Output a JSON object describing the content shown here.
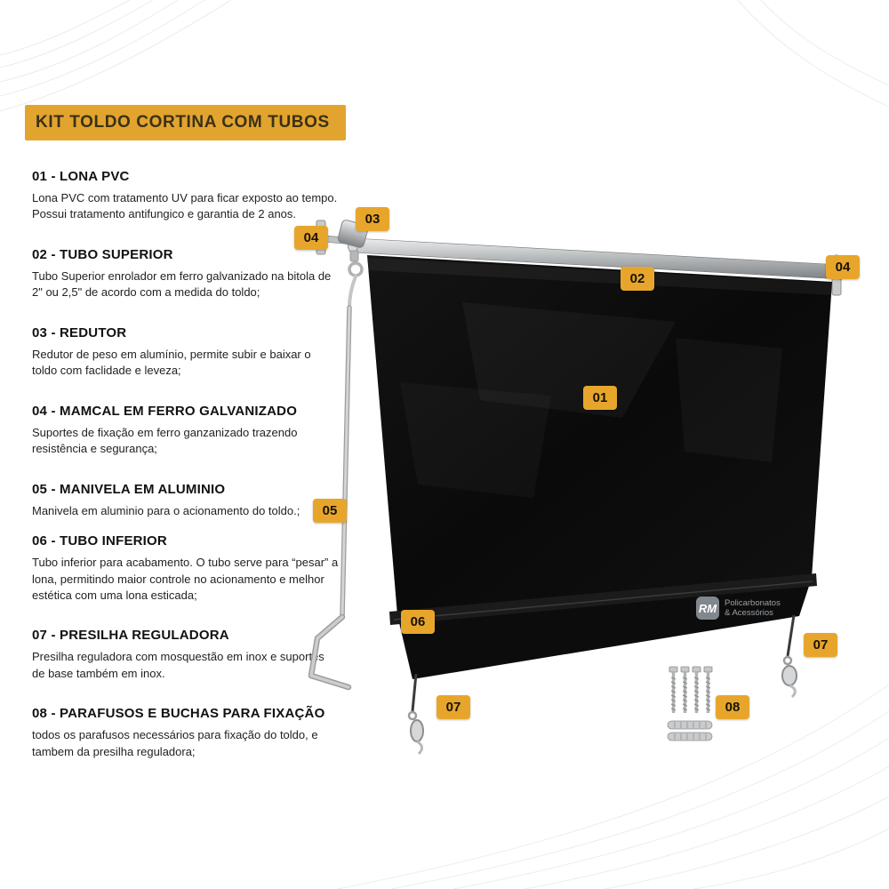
{
  "colors": {
    "accent_banner": "#E2A42F",
    "accent_badge": "#E7A62B",
    "canvas_black": "#0b0b0b"
  },
  "title": {
    "text": "KIT TOLDO CORTINA COM TUBOS"
  },
  "parts": [
    {
      "heading": "01 - LONA PVC",
      "body": "Lona PVC com tratamento UV para ficar exposto ao tempo. Possui tratamento antifungico e garantia de 2 anos."
    },
    {
      "heading": "02 - TUBO SUPERIOR",
      "body": "Tubo Superior enrolador em ferro galvanizado na bitola de 2\" ou 2,5\" de acordo com a medida do toldo;"
    },
    {
      "heading": "03 - REDUTOR",
      "body": "Redutor de peso em alumínio, permite subir e baixar o toldo com faclidade e leveza;"
    },
    {
      "heading": "04 - MAMCAL  EM FERRO GALVANIZADO",
      "body": "Suportes de fixação em ferro ganzanizado trazendo resistência e segurança;"
    },
    {
      "heading": "05 - MANIVELA EM ALUMINIO",
      "body": "Manivela em aluminio para o acionamento do toldo.;"
    },
    {
      "heading": "06 - TUBO INFERIOR",
      "body": "Tubo inferior para acabamento. O tubo serve para “pesar” a lona, permitindo maior controle no acionamento e melhor estética com uma lona esticada;"
    },
    {
      "heading": "07 - PRESILHA REGULADORA",
      "body": "Presilha reguladora com mosquestão em inox e suportes de base também em inox."
    },
    {
      "heading": "08 - PARAFUSOS E BUCHAS PARA FIXAÇÃO",
      "body": "todos os parafusos necessários para fixação do toldo, e tambem da presilha reguladora;"
    }
  ],
  "badges": [
    {
      "id": "03-redutor",
      "label": "03"
    },
    {
      "id": "04-mancal-left",
      "label": "04"
    },
    {
      "id": "02-tubo-superior",
      "label": "02"
    },
    {
      "id": "04-mancal-right",
      "label": "04"
    },
    {
      "id": "01-lona-pvc",
      "label": "01"
    },
    {
      "id": "05-manivela",
      "label": "05"
    },
    {
      "id": "06-tubo-inferior",
      "label": "06"
    },
    {
      "id": "07-presilha-left",
      "label": "07"
    },
    {
      "id": "08-parafusos",
      "label": "08"
    },
    {
      "id": "07-presilha-right",
      "label": "07"
    }
  ],
  "watermark": {
    "logo": "RM",
    "line1": "Policarbonatos",
    "line2": "& Acessórios"
  }
}
